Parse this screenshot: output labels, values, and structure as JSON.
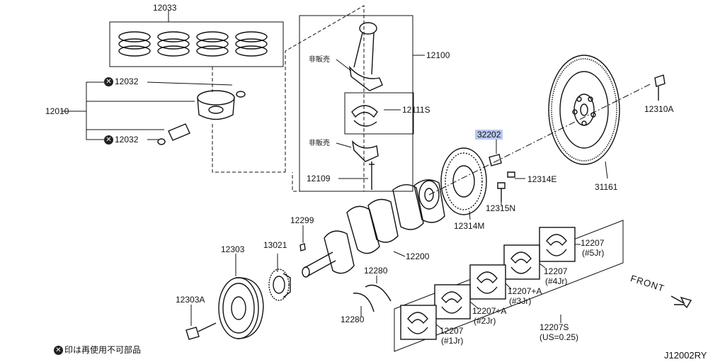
{
  "drawing": {
    "drawing_code": "J12002RY",
    "front_label": "FRONT",
    "legend_text": "印は再使用不可部品",
    "not_sold_label": "非販売"
  },
  "parts": {
    "p12033": "12033",
    "p12032_a": "12032",
    "p12032_b": "12032",
    "p12010": "12010",
    "p12100": "12100",
    "p12111s": "12111S",
    "p12109": "12109",
    "p32202": "32202",
    "p12310a": "12310A",
    "p12314e": "12314E",
    "p12315n": "12315N",
    "p12314m": "12314M",
    "p31161": "31161",
    "p12299": "12299",
    "p12303": "12303",
    "p13021": "13021",
    "p12200": "12200",
    "p12280_a": "12280",
    "p12280_b": "12280",
    "p12303a": "12303A",
    "p12207_j5": "12207",
    "p12207_j5_note": "(#5Jr)",
    "p12207_j4": "12207",
    "p12207_j4_note": "(#4Jr)",
    "p12207a_j3": "12207+A",
    "p12207a_j3_note": "(#3Jr)",
    "p12207a_j2": "12207+A",
    "p12207a_j2_note": "(#2Jr)",
    "p12207_j1": "12207",
    "p12207_j1_note": "(#1Jr)",
    "p12207s": "12207S",
    "p12207s_note": "(US=0.25)"
  },
  "icons": {
    "non_reusable_mark": "x-circle-icon",
    "front_arrow": "arrow-icon"
  },
  "colors": {
    "highlight": "#b8c7ec",
    "ink": "#111111"
  }
}
